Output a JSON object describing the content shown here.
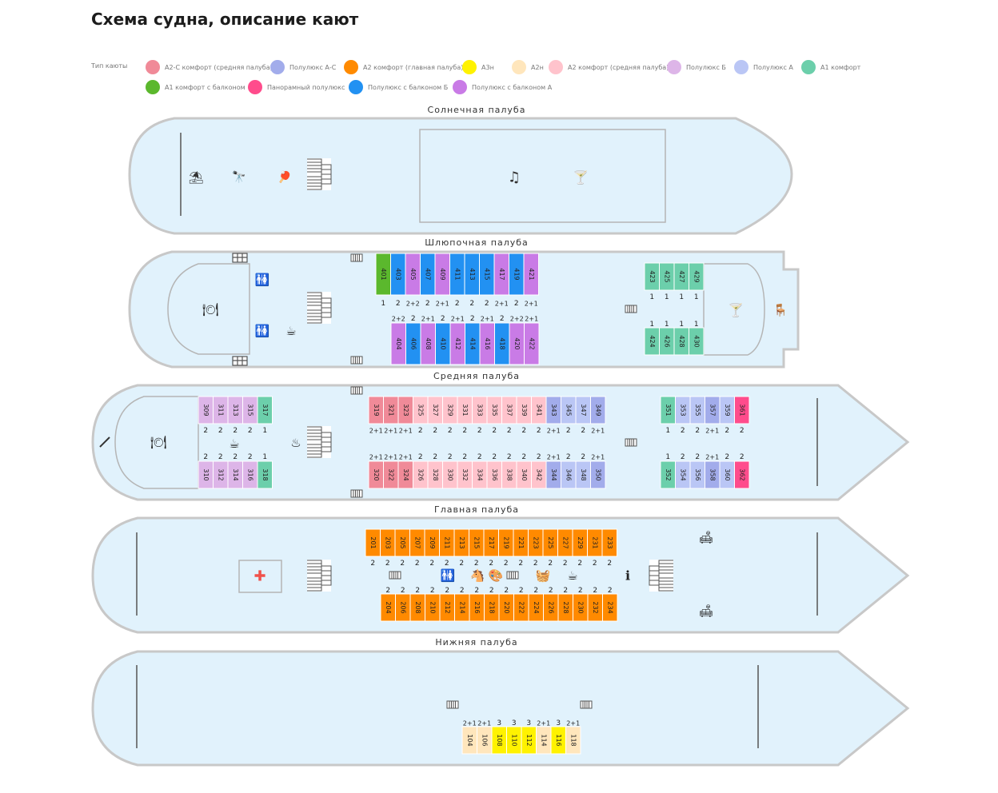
{
  "title": "Схема судна, описание кают",
  "legend": {
    "label": "Тип каюты",
    "items": [
      {
        "key": "a2c_mid",
        "name": "А2-С комфорт (средняя палуба)",
        "color": "#F08A98"
      },
      {
        "key": "semi_ac",
        "name": "Полулюкс А-С",
        "color": "#A2ACEB"
      },
      {
        "key": "a2_main",
        "name": "А2 комфорт (главная палуба)",
        "color": "#FF8A00"
      },
      {
        "key": "a3n",
        "name": "А3н",
        "color": "#FFF200"
      },
      {
        "key": "a2n",
        "name": "А2н",
        "color": "#FFE6BC"
      },
      {
        "key": "a2_mid",
        "name": "А2 комфорт (средняя палуба)",
        "color": "#FFC3CC"
      },
      {
        "key": "semi_b",
        "name": "Полулюкс Б",
        "color": "#DDB5E8"
      },
      {
        "key": "semi_a",
        "name": "Полулюкс А",
        "color": "#BAC6F5"
      },
      {
        "key": "a1",
        "name": "А1 комфорт",
        "color": "#6CCFAB"
      },
      {
        "key": "a1_balc",
        "name": "А1 комфорт с балконом",
        "color": "#5BB82D"
      },
      {
        "key": "pano",
        "name": "Панорамный полулюкс",
        "color": "#FF4C8C"
      },
      {
        "key": "semi_b_balc",
        "name": "Полулюкс с балконом Б",
        "color": "#2291F2"
      },
      {
        "key": "semi_a_balc",
        "name": "Полулюкс с балконом А",
        "color": "#C97BE6"
      }
    ]
  },
  "decks": [
    {
      "name": "Солнечная палуба"
    },
    {
      "name": "Шлюпочная палуба"
    },
    {
      "name": "Средняя палуба"
    },
    {
      "name": "Главная палуба"
    },
    {
      "name": "Нижняя палуба"
    }
  ],
  "cabin_rows": [
    {
      "deck": 1,
      "top": true,
      "cabins": [
        [
          "401",
          "a1_balc",
          "1"
        ],
        [
          "403",
          "semi_b_balc",
          "2"
        ],
        [
          "405",
          "semi_a_balc",
          "2+2"
        ],
        [
          "407",
          "semi_b_balc",
          "2"
        ],
        [
          "409",
          "semi_a_balc",
          "2+1"
        ],
        [
          "411",
          "semi_b_balc",
          "2"
        ],
        [
          "413",
          "semi_b_balc",
          "2"
        ],
        [
          "415",
          "semi_b_balc",
          "2"
        ],
        [
          "417",
          "semi_a_balc",
          "2+1"
        ],
        [
          "419",
          "semi_b_balc",
          "2"
        ],
        [
          "421",
          "semi_a_balc",
          "2+1"
        ]
      ]
    },
    {
      "deck": 1,
      "top": false,
      "cabins": [
        [
          "404",
          "semi_a_balc",
          "2+2"
        ],
        [
          "406",
          "semi_b_balc",
          "2"
        ],
        [
          "408",
          "semi_a_balc",
          "2+1"
        ],
        [
          "410",
          "semi_b_balc",
          "2"
        ],
        [
          "412",
          "semi_a_balc",
          "2+1"
        ],
        [
          "414",
          "semi_b_balc",
          "2"
        ],
        [
          "416",
          "semi_a_balc",
          "2+1"
        ],
        [
          "418",
          "semi_b_balc",
          "2"
        ],
        [
          "420",
          "semi_a_balc",
          "2+2"
        ],
        [
          "422",
          "semi_a_balc",
          "2+1"
        ]
      ]
    },
    {
      "deck": 1,
      "top": true,
      "cabins": [
        [
          "423",
          "a1",
          "1"
        ],
        [
          "425",
          "a1",
          "1"
        ],
        [
          "427",
          "a1",
          "1"
        ],
        [
          "429",
          "a1",
          "1"
        ]
      ]
    },
    {
      "deck": 1,
      "top": false,
      "cabins": [
        [
          "424",
          "a1",
          "1"
        ],
        [
          "426",
          "a1",
          "1"
        ],
        [
          "428",
          "a1",
          "1"
        ],
        [
          "430",
          "a1",
          "1"
        ]
      ]
    },
    {
      "deck": 2,
      "top": true,
      "cabins": [
        [
          "309",
          "semi_b",
          "2"
        ],
        [
          "311",
          "semi_b",
          "2"
        ],
        [
          "313",
          "semi_b",
          "2"
        ],
        [
          "315",
          "semi_b",
          "2"
        ],
        [
          "317",
          "a1",
          "1"
        ]
      ]
    },
    {
      "deck": 2,
      "top": false,
      "cabins": [
        [
          "310",
          "semi_b",
          "2"
        ],
        [
          "312",
          "semi_b",
          "2"
        ],
        [
          "314",
          "semi_b",
          "2"
        ],
        [
          "316",
          "semi_b",
          "2"
        ],
        [
          "318",
          "a1",
          "1"
        ]
      ]
    },
    {
      "deck": 2,
      "top": true,
      "cabins": [
        [
          "319",
          "a2c_mid",
          "2+1"
        ],
        [
          "321",
          "a2c_mid",
          "2+1"
        ],
        [
          "323",
          "a2c_mid",
          "2+1"
        ],
        [
          "325",
          "a2_mid",
          "2"
        ],
        [
          "327",
          "a2_mid",
          "2"
        ],
        [
          "329",
          "a2_mid",
          "2"
        ],
        [
          "331",
          "a2_mid",
          "2"
        ],
        [
          "333",
          "a2_mid",
          "2"
        ],
        [
          "335",
          "a2_mid",
          "2"
        ],
        [
          "337",
          "a2_mid",
          "2"
        ],
        [
          "339",
          "a2_mid",
          "2"
        ],
        [
          "341",
          "a2_mid",
          "2"
        ],
        [
          "343",
          "semi_ac",
          "2+1"
        ],
        [
          "345",
          "semi_a",
          "2"
        ],
        [
          "347",
          "semi_a",
          "2"
        ],
        [
          "349",
          "semi_ac",
          "2+1"
        ]
      ]
    },
    {
      "deck": 2,
      "top": false,
      "cabins": [
        [
          "320",
          "a2c_mid",
          "2+1"
        ],
        [
          "322",
          "a2c_mid",
          "2+1"
        ],
        [
          "324",
          "a2c_mid",
          "2+1"
        ],
        [
          "326",
          "a2_mid",
          "2"
        ],
        [
          "328",
          "a2_mid",
          "2"
        ],
        [
          "330",
          "a2_mid",
          "2"
        ],
        [
          "332",
          "a2_mid",
          "2"
        ],
        [
          "334",
          "a2_mid",
          "2"
        ],
        [
          "336",
          "a2_mid",
          "2"
        ],
        [
          "338",
          "a2_mid",
          "2"
        ],
        [
          "340",
          "a2_mid",
          "2"
        ],
        [
          "342",
          "a2_mid",
          "2"
        ],
        [
          "344",
          "semi_ac",
          "2+1"
        ],
        [
          "346",
          "semi_a",
          "2"
        ],
        [
          "348",
          "semi_a",
          "2"
        ],
        [
          "350",
          "semi_ac",
          "2+1"
        ]
      ]
    },
    {
      "deck": 2,
      "top": true,
      "cabins": [
        [
          "351",
          "a1",
          "1"
        ],
        [
          "353",
          "semi_a",
          "2"
        ],
        [
          "355",
          "semi_a",
          "2"
        ],
        [
          "357",
          "semi_ac",
          "2+1"
        ],
        [
          "359",
          "semi_a",
          "2"
        ],
        [
          "361",
          "pano",
          "2"
        ]
      ]
    },
    {
      "deck": 2,
      "top": false,
      "cabins": [
        [
          "352",
          "a1",
          "1"
        ],
        [
          "354",
          "semi_a",
          "2"
        ],
        [
          "356",
          "semi_a",
          "2"
        ],
        [
          "358",
          "semi_ac",
          "2+1"
        ],
        [
          "360",
          "semi_a",
          "2"
        ],
        [
          "362",
          "pano",
          "2"
        ]
      ]
    },
    {
      "deck": 3,
      "top": true,
      "cabins": [
        [
          "201",
          "a2_main",
          "2"
        ],
        [
          "203",
          "a2_main",
          "2"
        ],
        [
          "205",
          "a2_main",
          "2"
        ],
        [
          "207",
          "a2_main",
          "2"
        ],
        [
          "209",
          "a2_main",
          "2"
        ],
        [
          "211",
          "a2_main",
          "2"
        ],
        [
          "213",
          "a2_main",
          "2"
        ],
        [
          "215",
          "a2_main",
          "2"
        ],
        [
          "217",
          "a2_main",
          "2"
        ],
        [
          "219",
          "a2_main",
          "2"
        ],
        [
          "221",
          "a2_main",
          "2"
        ],
        [
          "223",
          "a2_main",
          "2"
        ],
        [
          "225",
          "a2_main",
          "2"
        ],
        [
          "227",
          "a2_main",
          "2"
        ],
        [
          "229",
          "a2_main",
          "2"
        ],
        [
          "231",
          "a2_main",
          "2"
        ],
        [
          "233",
          "a2_main",
          "2"
        ]
      ]
    },
    {
      "deck": 3,
      "top": false,
      "cabins": [
        [
          "204",
          "a2_main",
          "2"
        ],
        [
          "206",
          "a2_main",
          "2"
        ],
        [
          "208",
          "a2_main",
          "2"
        ],
        [
          "210",
          "a2_main",
          "2"
        ],
        [
          "212",
          "a2_main",
          "2"
        ],
        [
          "214",
          "a2_main",
          "2"
        ],
        [
          "216",
          "a2_main",
          "2"
        ],
        [
          "218",
          "a2_main",
          "2"
        ],
        [
          "220",
          "a2_main",
          "2"
        ],
        [
          "222",
          "a2_main",
          "2"
        ],
        [
          "224",
          "a2_main",
          "2"
        ],
        [
          "226",
          "a2_main",
          "2"
        ],
        [
          "228",
          "a2_main",
          "2"
        ],
        [
          "230",
          "a2_main",
          "2"
        ],
        [
          "232",
          "a2_main",
          "2"
        ],
        [
          "234",
          "a2_main",
          "2"
        ]
      ]
    },
    {
      "deck": 4,
      "top": false,
      "cabins": [
        [
          "104",
          "a2n",
          "2+1"
        ],
        [
          "106",
          "a2n",
          "2+1"
        ],
        [
          "108",
          "a3n",
          "3"
        ],
        [
          "110",
          "a3n",
          "3"
        ],
        [
          "112",
          "a3n",
          "3"
        ],
        [
          "114",
          "a2n",
          "2+1"
        ],
        [
          "116",
          "a3n",
          "3"
        ],
        [
          "118",
          "a2n",
          "2+1"
        ]
      ]
    }
  ],
  "facilities": [
    {
      "name": "beach-umbrella-icon",
      "glyph": "⛱"
    },
    {
      "name": "telescope-icon",
      "glyph": "🔭"
    },
    {
      "name": "table-tennis-icon",
      "glyph": "🏓"
    },
    {
      "name": "music-notes-icon",
      "glyph": "♫"
    },
    {
      "name": "cocktail-icon",
      "glyph": "🍸"
    },
    {
      "name": "restaurant-icon",
      "glyph": "🍽"
    },
    {
      "name": "toilet-icon",
      "glyph": "🚻"
    },
    {
      "name": "coffee-machine-icon",
      "glyph": "☕"
    },
    {
      "name": "bar-table-icon",
      "glyph": "🪑"
    },
    {
      "name": "sauna-icon",
      "glyph": "♨"
    },
    {
      "name": "hot-drinks-icon",
      "glyph": "☕"
    },
    {
      "name": "medical-icon",
      "glyph": "✚"
    },
    {
      "name": "kids-room-icon",
      "glyph": "🐴"
    },
    {
      "name": "art-studio-icon",
      "glyph": "🎨"
    },
    {
      "name": "ironing-icon",
      "glyph": "🧺"
    },
    {
      "name": "info-icon",
      "glyph": "ℹ"
    },
    {
      "name": "sofa-icon",
      "glyph": "🛋"
    }
  ]
}
